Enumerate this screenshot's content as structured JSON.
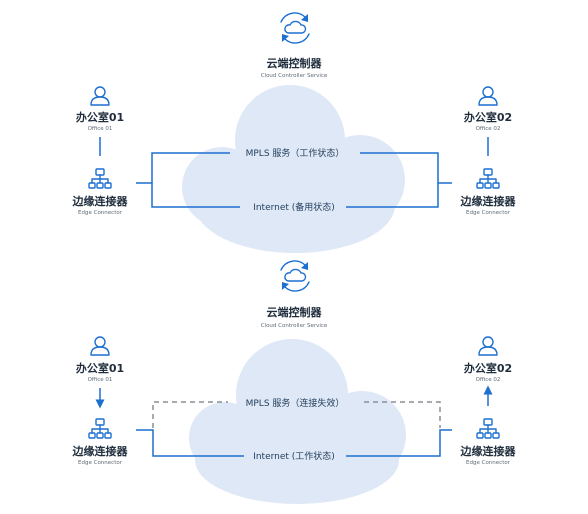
{
  "scenarios": [
    {
      "controller": {
        "title": "云端控制器",
        "subtitle": "Cloud Controller Service"
      },
      "office_left": {
        "title": "办公室01",
        "subtitle": "Office 01"
      },
      "office_right": {
        "title": "办公室02",
        "subtitle": "Office 02"
      },
      "connector_left": {
        "title": "边缘连接器",
        "subtitle": "Edge Connector"
      },
      "connector_right": {
        "title": "边缘连接器",
        "subtitle": "Edge Connector"
      },
      "mpls_label": "MPLS 服务（工作状态）",
      "internet_label": "Internet (备用状态)",
      "mpls_active": true
    },
    {
      "controller": {
        "title": "云端控制器",
        "subtitle": "Cloud Controller Service"
      },
      "office_left": {
        "title": "办公室01",
        "subtitle": "Office 01"
      },
      "office_right": {
        "title": "办公室02",
        "subtitle": "Office 02"
      },
      "connector_left": {
        "title": "边缘连接器",
        "subtitle": "Edge Connector"
      },
      "connector_right": {
        "title": "边缘连接器",
        "subtitle": "Edge Connector"
      },
      "mpls_label": "MPLS 服务（连接失效）",
      "internet_label": "Internet (工作状态)",
      "mpls_active": false
    }
  ],
  "colors": {
    "accent": "#1d6fd0",
    "cloud": "#dfe8f6",
    "failed_link": "#8b8f95"
  }
}
